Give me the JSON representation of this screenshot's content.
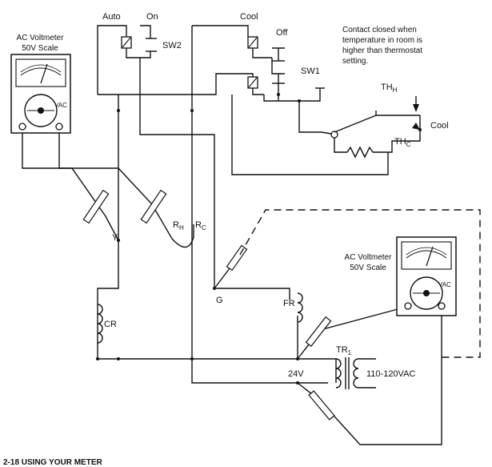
{
  "labels": {
    "auto": "Auto",
    "on": "On",
    "cool_switch": "Cool",
    "off": "Off",
    "sw1": "SW1",
    "sw2": "SW2",
    "note": [
      "Contact closed when",
      "temperature in room is",
      "higher than thermostat",
      "setting."
    ],
    "th_h": "TH",
    "th_h_sub": "H",
    "th_c": "TH",
    "th_c_sub": "C",
    "cool_th": "Cool",
    "y": "Y",
    "rh": "R",
    "rh_sub": "H",
    "rc": "R",
    "rc_sub": "C",
    "g": "G",
    "fr": "FR",
    "cr": "CR",
    "tr": "TR",
    "tr_sub": "1",
    "v24": "24V",
    "vin": "110-120VAC",
    "footer": "2-18  USING YOUR METER"
  },
  "meter_left": {
    "title": [
      "AC Voltmeter",
      "50V Scale"
    ],
    "unit": "VAC"
  },
  "meter_right": {
    "title": [
      "AC Voltmeter",
      "50V Scale"
    ],
    "unit": "VAC"
  }
}
